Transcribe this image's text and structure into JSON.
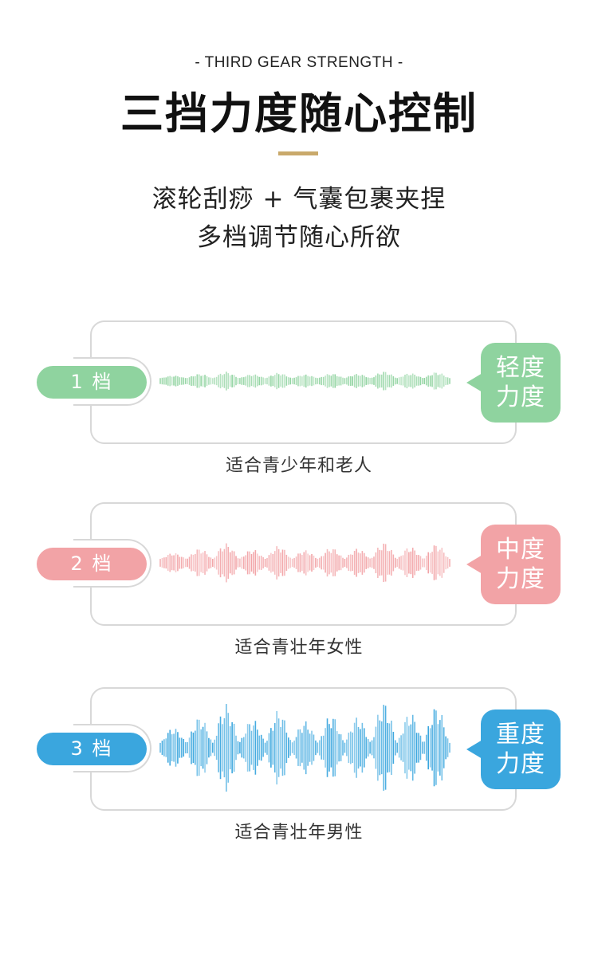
{
  "header": {
    "subtitle_en": "- THIRD GEAR STRENGTH -",
    "title": "三挡力度随心控制",
    "desc_line1": "滚轮刮痧 + 气囊包裹夹捏",
    "desc_line2": "多档调节随心所欲"
  },
  "gears": [
    {
      "label": "1 档",
      "tag_line1": "轻度",
      "tag_line2": "力度",
      "caption": "适合青少年和老人",
      "color": "#8fd39f",
      "intensity": 1
    },
    {
      "label": "2 档",
      "tag_line1": "中度",
      "tag_line2": "力度",
      "caption": "适合青壮年女性",
      "color": "#f2a3a6",
      "intensity": 2
    },
    {
      "label": "3 档",
      "tag_line1": "重度",
      "tag_line2": "力度",
      "caption": "适合青壮年男性",
      "color": "#3aa6de",
      "intensity": 3
    }
  ],
  "colors": {
    "divider": "#c9a96b",
    "frame": "#d8d8d8"
  }
}
